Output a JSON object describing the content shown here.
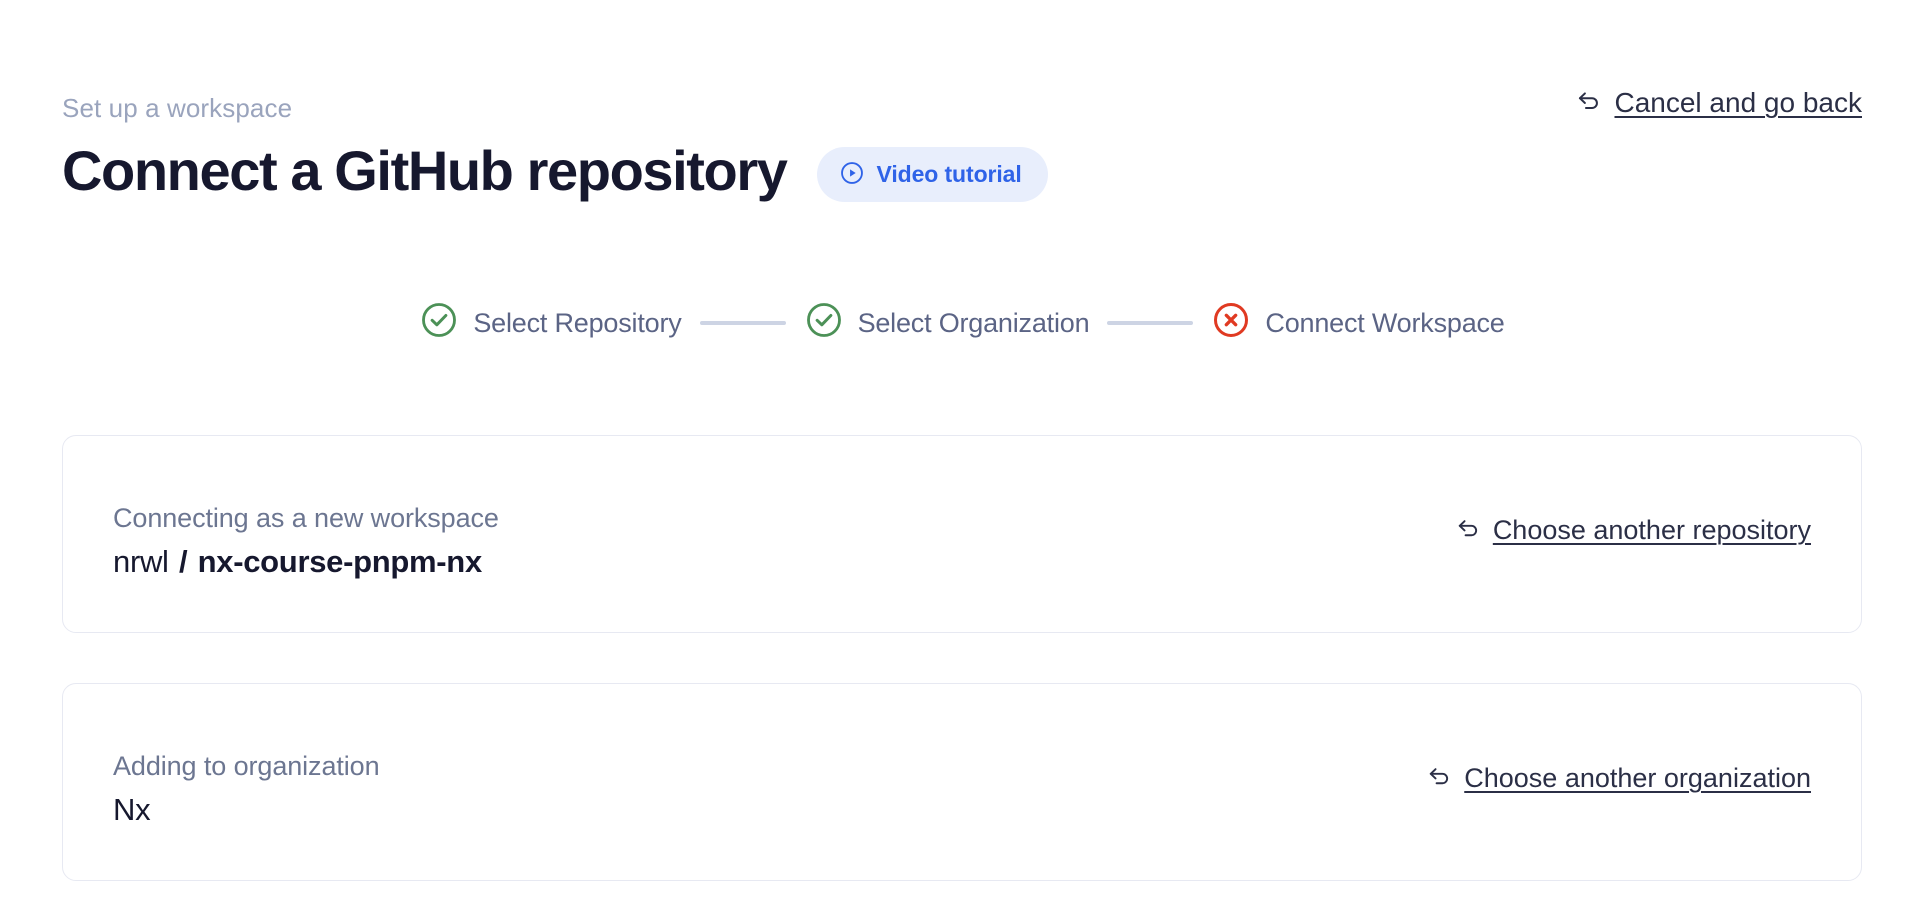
{
  "header": {
    "breadcrumb": "Set up a workspace",
    "title": "Connect a GitHub repository",
    "video_badge": {
      "label": "Video tutorial",
      "icon": "play-circle-icon",
      "bg_color": "#e8eefc",
      "text_color": "#2f63e8"
    },
    "cancel_link": {
      "label": "Cancel and go back",
      "icon": "arrow-uturn-left-icon"
    }
  },
  "stepper": {
    "steps": [
      {
        "label": "Select Repository",
        "state": "complete",
        "icon": "check-circle-icon",
        "color": "#4c9157"
      },
      {
        "label": "Select Organization",
        "state": "complete",
        "icon": "check-circle-icon",
        "color": "#4c9157"
      },
      {
        "label": "Connect Workspace",
        "state": "error",
        "icon": "x-circle-icon",
        "color": "#e03a22"
      }
    ],
    "connector_color": "#cdd4e4",
    "label_color": "#5b6485"
  },
  "cards": [
    {
      "name": "repository",
      "caption": "Connecting as a new workspace",
      "owner": "nrwl",
      "separator": "/",
      "repo": "nx-course-pnpm-nx",
      "action": {
        "label": "Choose another repository",
        "icon": "arrow-uturn-left-icon"
      }
    },
    {
      "name": "organization",
      "caption": "Adding to organization",
      "org": "Nx",
      "action": {
        "label": "Choose another organization",
        "icon": "arrow-uturn-left-icon"
      }
    }
  ]
}
